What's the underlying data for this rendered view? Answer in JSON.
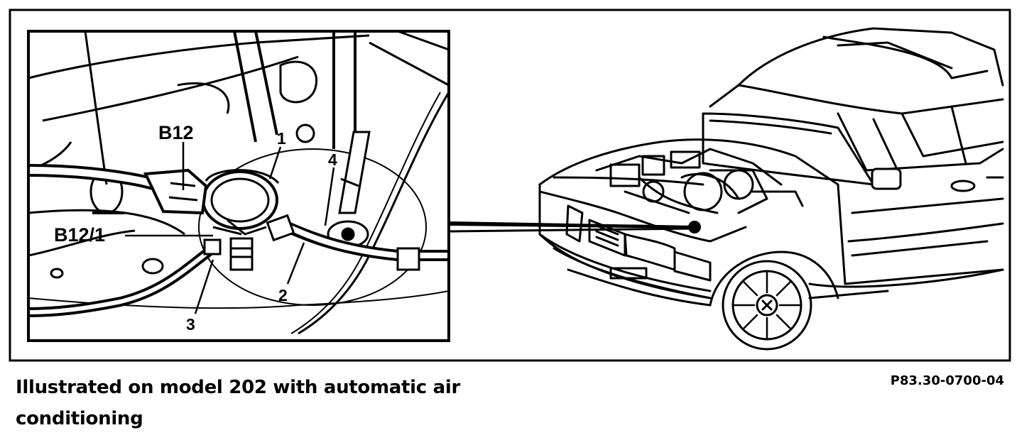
{
  "diagram": {
    "callouts": {
      "b12": "B12",
      "b12_1": "B12/1",
      "one": "1",
      "two": "2",
      "three": "3",
      "four": "4"
    },
    "caption": "Illustrated on model 202 with automatic air conditioning",
    "reference_code": "P83.30-0700-04"
  }
}
